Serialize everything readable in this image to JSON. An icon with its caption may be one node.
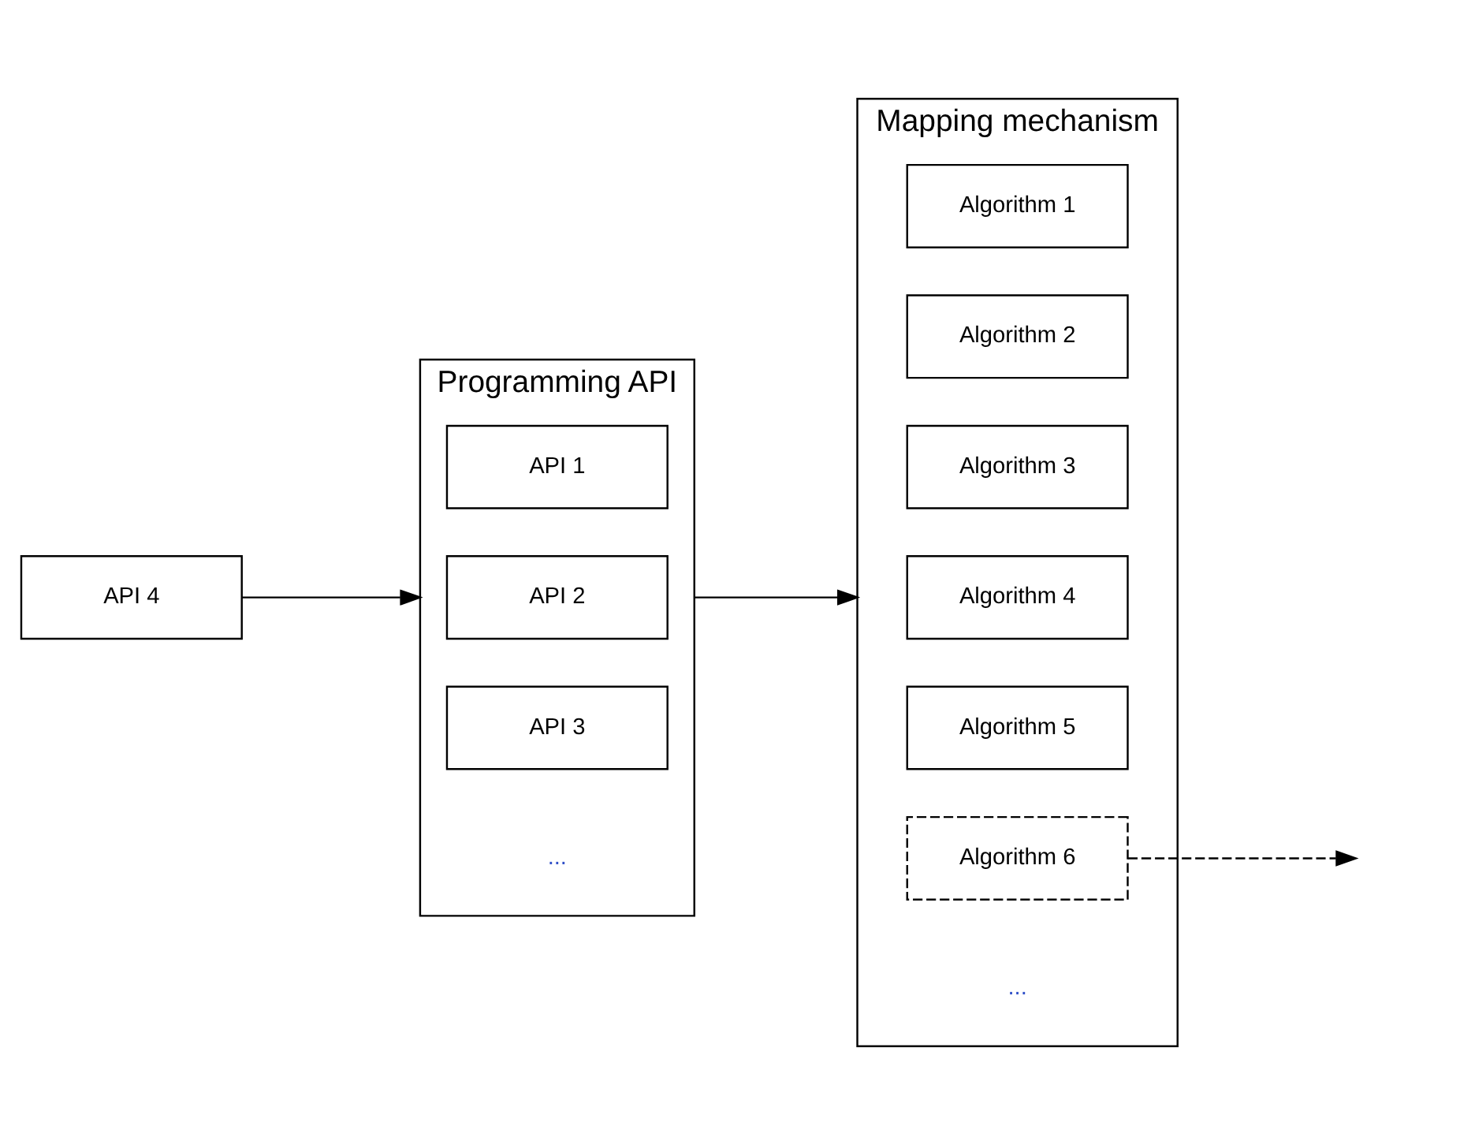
{
  "diagram": {
    "nodes": [
      {
        "text": [
          "Programming API"
        ]
      },
      {
        "text": [
          "API 1"
        ],
        "in": 0
      },
      {
        "text": [
          "API 2"
        ],
        "in": 0
      },
      {
        "text": [
          "API 3"
        ],
        "in": 0
      },
      {
        "text": [
          "API 4"
        ]
      },
      {
        "text": [
          "Mapping mechanism"
        ]
      },
      {
        "text": [
          "Algorithm 1"
        ],
        "in": 5
      },
      {
        "text": [
          "Algorithm 2"
        ],
        "in": 5
      },
      {
        "text": [
          "Algorithm 3"
        ],
        "in": 5
      },
      {
        "text": [
          "Algorithm 4"
        ],
        "in": 5
      },
      {
        "text": [
          "Algorithm 5"
        ],
        "in": 5
      },
      {
        "text": [
          "Algorithm 6"
        ],
        "in": 5
      }
    ],
    "edges": [
      {
        "from": 0,
        "to": 5,
        "arrow": "to"
      },
      {
        "from": 4,
        "to": 0,
        "arrow": "to"
      },
      {
        "from": 11,
        "to": null,
        "arrow": "to",
        "style": "dashed"
      }
    ],
    "labels": [
      "...",
      "..."
    ]
  }
}
